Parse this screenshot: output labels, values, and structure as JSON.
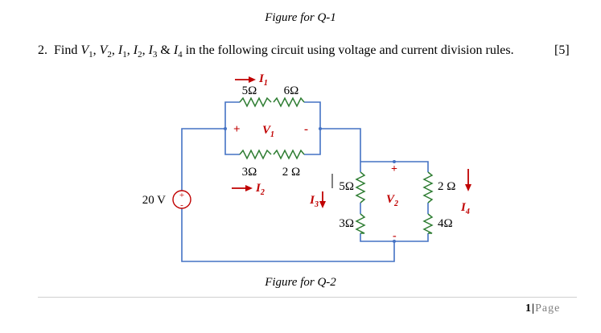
{
  "top_caption": "Figure for Q-1",
  "question": {
    "number": "2.",
    "text_prefix": "Find",
    "v1": "V",
    "v1_sub": "1",
    "v2": "V",
    "v2_sub": "2",
    "i1": "I",
    "i1_sub": "1",
    "i2": "I",
    "i2_sub": "2",
    "i3": "I",
    "i3_sub": "3",
    "i4": "I",
    "i4_sub": "4",
    "sep": ",",
    "amp": "&",
    "text_suffix": "in the following circuit using voltage and current division rules.",
    "marks": "[5]"
  },
  "circuit": {
    "source_label": "20 V",
    "r_5_top": "5Ω",
    "r_6_top": "6Ω",
    "r_3_mid": "3Ω",
    "r_2_mid": "2 Ω",
    "r_5_right": "5Ω",
    "r_3_right": "3Ω",
    "r_2_far": "2 Ω",
    "r_4_far": "4Ω",
    "plus": "+",
    "minus": "-",
    "v1_label": "V",
    "v1_sub": "1",
    "v2_label": "V",
    "v2_sub": "2",
    "i1_label": "I",
    "i1_sub": "1",
    "i2_label": "I",
    "i2_sub": "2",
    "i3_label": "I",
    "i3_sub": "3",
    "i4_label": "I",
    "i4_sub": "4",
    "wire_color": "#4472c4",
    "label_color": "#c00000"
  },
  "bottom_caption": "Figure for Q-2",
  "footer": {
    "page_number": "1",
    "separator": "|",
    "page_word": "Page"
  }
}
